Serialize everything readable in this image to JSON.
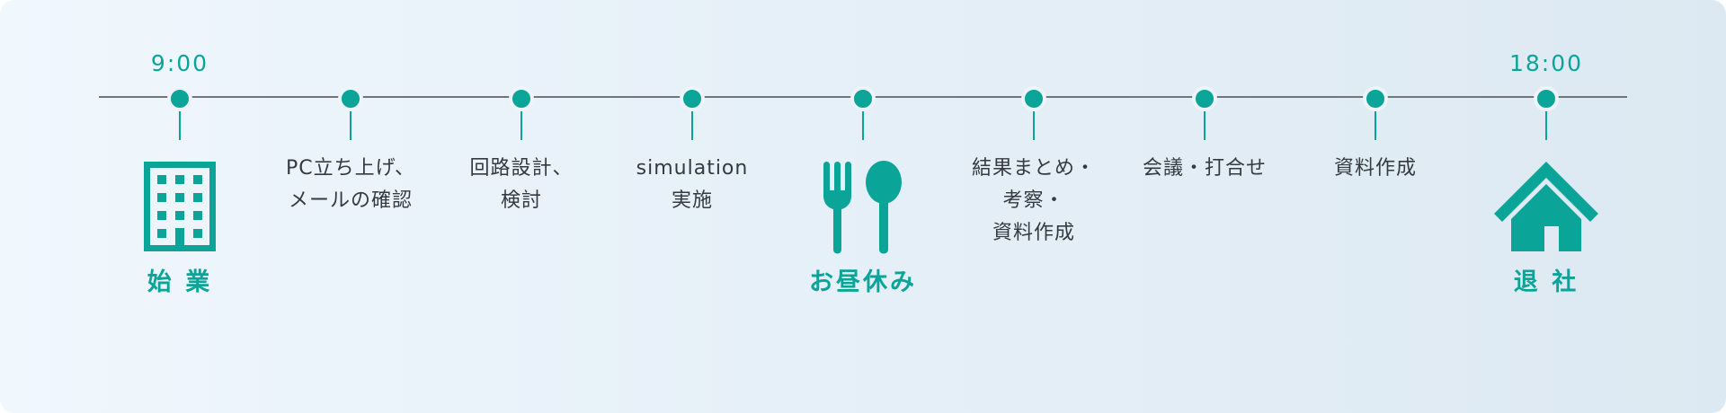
{
  "timeline": {
    "start_time": "9:00",
    "end_time": "18:00",
    "accent_color": "#0aa499",
    "line_color": "#6f757a",
    "stops": [
      {
        "caption": "始 業",
        "icon": "office-building-icon"
      },
      {
        "lines": [
          "PC立ち上げ、",
          "メールの確認"
        ]
      },
      {
        "lines": [
          "回路設計、",
          "検討"
        ]
      },
      {
        "lines": [
          "simulation",
          "実施"
        ]
      },
      {
        "caption": "お昼休み",
        "icon": "fork-and-spoon-icon"
      },
      {
        "lines": [
          "結果まとめ・",
          "考察・",
          "資料作成"
        ]
      },
      {
        "lines": [
          "会議・打合せ"
        ]
      },
      {
        "lines": [
          "資料作成"
        ]
      },
      {
        "caption": "退 社",
        "icon": "home-icon"
      }
    ]
  }
}
